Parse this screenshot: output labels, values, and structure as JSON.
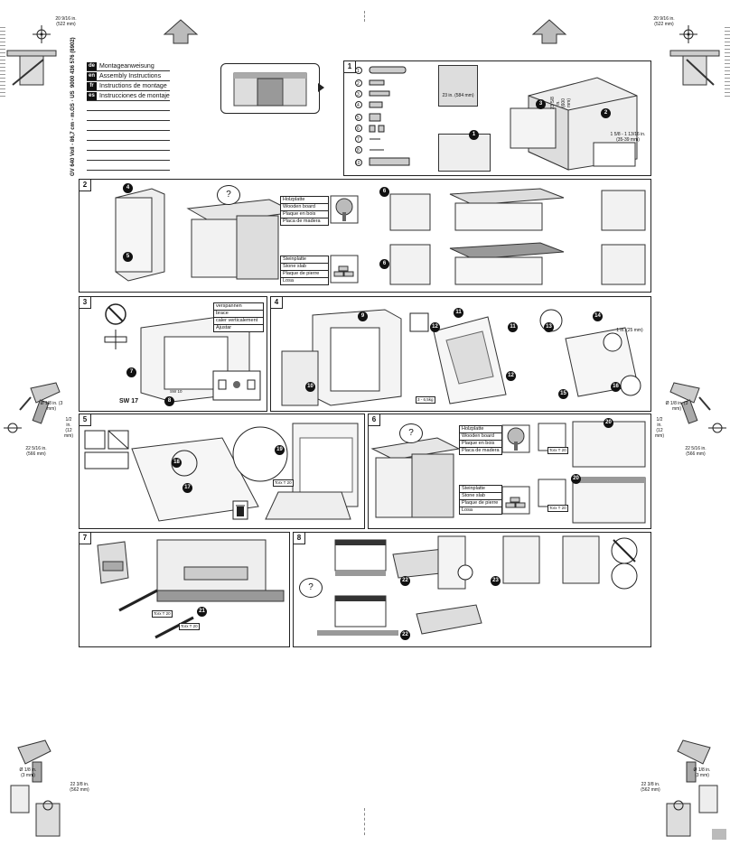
{
  "languages": [
    {
      "code": "de",
      "label": "Montageanweisung"
    },
    {
      "code": "en",
      "label": "Assembly Instructions"
    },
    {
      "code": "fr",
      "label": "Instructions de montage"
    },
    {
      "code": "es",
      "label": "Instrucciones de montaje"
    }
  ],
  "doc_number": "9000 436 576 (8902)",
  "model_text": "GV 640 Voll - 86,7 cm - m.GS · US",
  "corners": {
    "top_left_dim": "20 9/16 in.",
    "top_left_mm": "(522 mm)",
    "top_right_dim": "20 9/16 in.",
    "top_right_mm": "(522 mm)",
    "mid_left_dim": "22 5/16 in.",
    "mid_left_mm": "(566 mm)",
    "mid_left_drill": "Ø 1/8 in. (3 mm)",
    "mid_left_depth": "1/2 in. (12 mm)",
    "mid_right_dim": "22 5/16 in.",
    "mid_right_mm": "(566 mm)",
    "mid_right_drill": "Ø 1/8 in. (3 mm)",
    "mid_right_depth": "1/2 in. (12 mm)",
    "bot_left_dim": "22 3/8 in.",
    "bot_left_mm": "(562 mm)",
    "bot_left_drill": "Ø 1/8 in. (3 mm)",
    "bot_right_dim": "22 3/8 in.",
    "bot_right_mm": "(562 mm)",
    "bot_right_drill": "Ø 1/8 in. (3 mm)"
  },
  "panels": {
    "p1": {
      "num": "1",
      "dims_a": "1 1/8 in. (28 mm)",
      "dims_b": "23 in. (584 mm)",
      "dims_c": "23 5/8 in. (600 mm)",
      "dims_d": "1 5/8 - 1 13/16 in. (35-39 mm)"
    },
    "p2": {
      "num": "2",
      "wood": [
        "Holzplatte",
        "Wooden board",
        "Plaque en bois",
        "Placa de madera"
      ],
      "stone": [
        "Steinplatte",
        "Stone slab",
        "Plaque de pierre",
        "Losa"
      ],
      "q": "?"
    },
    "p3": {
      "num": "3",
      "brace": [
        "verspannen",
        "brace",
        "caler verticalement",
        "Ajustar"
      ],
      "sw17": "SW 17",
      "sw10": "SW 10"
    },
    "p4": {
      "num": "4",
      "weight": "3 - 6,5kg",
      "dim": "1 in. (25 mm)"
    },
    "p5": {
      "num": "5",
      "torx": "Torx T 20"
    },
    "p6": {
      "num": "6",
      "wood": [
        "Holzplatte",
        "Wooden board",
        "Plaque en bois",
        "Placa de madera"
      ],
      "stone": [
        "Steinplatte",
        "Stone slab",
        "Plaque de pierre",
        "Losa"
      ],
      "q": "?",
      "torx": "Torx T 20"
    },
    "p7": {
      "num": "7",
      "torx1": "Torx T 20",
      "torx2": "Torx T 20"
    },
    "p8": {
      "num": "8",
      "q": "?"
    }
  },
  "callouts": {
    "c1": "1",
    "c2": "2",
    "c3": "3",
    "c4": "4",
    "c5": "5",
    "c6": "6",
    "c7": "7",
    "c8": "8",
    "c9": "9",
    "c10": "10",
    "c11": "11",
    "c12": "12",
    "c13": "13",
    "c14": "14",
    "c15": "15",
    "c16": "16",
    "c17": "17",
    "c18": "18",
    "c19": "19",
    "c20": "20",
    "c21": "21",
    "c22": "22",
    "c23": "23"
  }
}
